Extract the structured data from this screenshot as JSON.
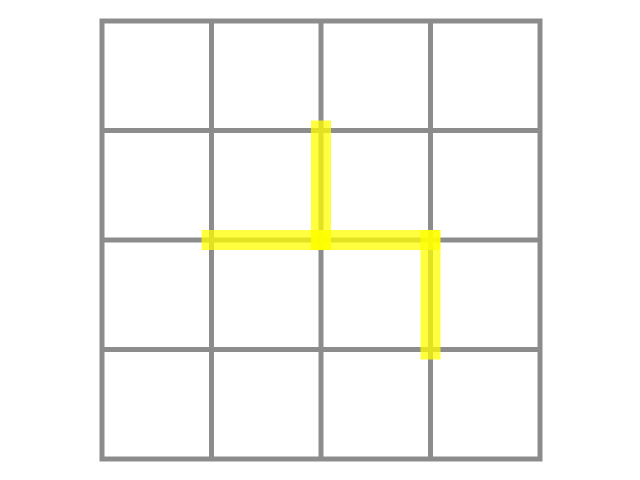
{
  "puzzle": {
    "grid": {
      "rows": 4,
      "cols": 4,
      "line_color": "#8c8c8c"
    },
    "path": {
      "color": "#ffff00",
      "opacity": 0.75,
      "segments": [
        {
          "from": [
            2,
            1
          ],
          "to": [
            2,
            2
          ]
        },
        {
          "from": [
            1,
            2
          ],
          "to": [
            2,
            2
          ]
        },
        {
          "from": [
            2,
            2
          ],
          "to": [
            3,
            2
          ]
        },
        {
          "from": [
            3,
            2
          ],
          "to": [
            3,
            3
          ]
        }
      ]
    }
  }
}
